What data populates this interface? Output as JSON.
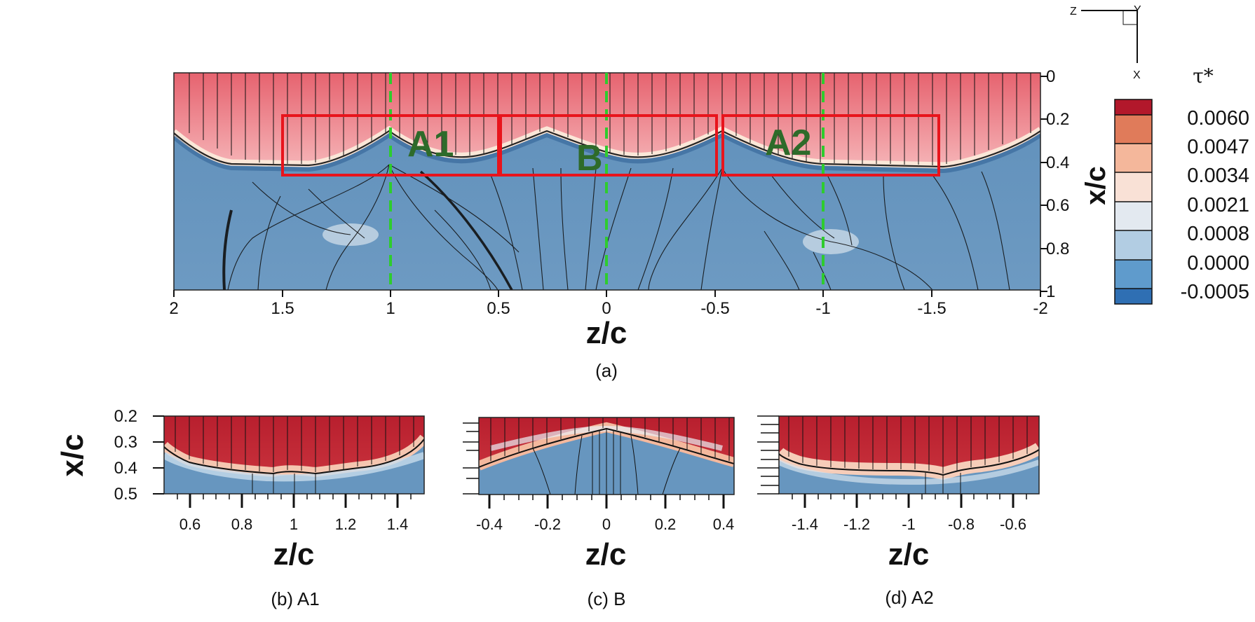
{
  "orientation": {
    "z": "Z",
    "y": "Y",
    "x": "X"
  },
  "panel_a": {
    "caption": "(a)",
    "xlabel": "z/c",
    "ylabel": "x/c",
    "x_ticks": [
      "2",
      "1.5",
      "1",
      "0.5",
      "0",
      "-0.5",
      "-1",
      "-1.5",
      "-2"
    ],
    "y_ticks": [
      "0",
      "0.2",
      "0.4",
      "0.6",
      "0.8",
      "1"
    ],
    "regions": [
      "A1",
      "B",
      "A2"
    ],
    "dashed_lines_zc": [
      1,
      0,
      -1
    ]
  },
  "legend": {
    "title": "τ*",
    "values": [
      "0.0060",
      "0.0047",
      "0.0034",
      "0.0021",
      "0.0008",
      "0.0000",
      "-0.0005"
    ],
    "colors": [
      "#b2182b",
      "#e07b5a",
      "#f4b79b",
      "#f9e1d6",
      "#e3e9f0",
      "#b2cde3",
      "#5f9bcc",
      "#2f6fb3"
    ]
  },
  "panel_b": {
    "caption": "(b) A1",
    "xlabel": "z/c",
    "ylabel": "x/c",
    "x_ticks": [
      "0.6",
      "0.8",
      "1",
      "1.2",
      "1.4"
    ],
    "y_ticks": [
      "0.2",
      "0.3",
      "0.4",
      "0.5"
    ]
  },
  "panel_c": {
    "caption": "(c) B",
    "xlabel": "z/c",
    "x_ticks": [
      "-0.4",
      "-0.2",
      "0",
      "0.2",
      "0.4"
    ]
  },
  "panel_d": {
    "caption": "(d) A2",
    "xlabel": "z/c",
    "x_ticks": [
      "-1.4",
      "-1.2",
      "-1",
      "-0.8",
      "-0.6"
    ]
  },
  "colors": {
    "box": "#e8141c",
    "dash": "#2ecc2e",
    "red_band": "#e45c6a",
    "red_dark": "#b81f2e",
    "blue_field": "#6796bf",
    "streamline": "#111111"
  }
}
